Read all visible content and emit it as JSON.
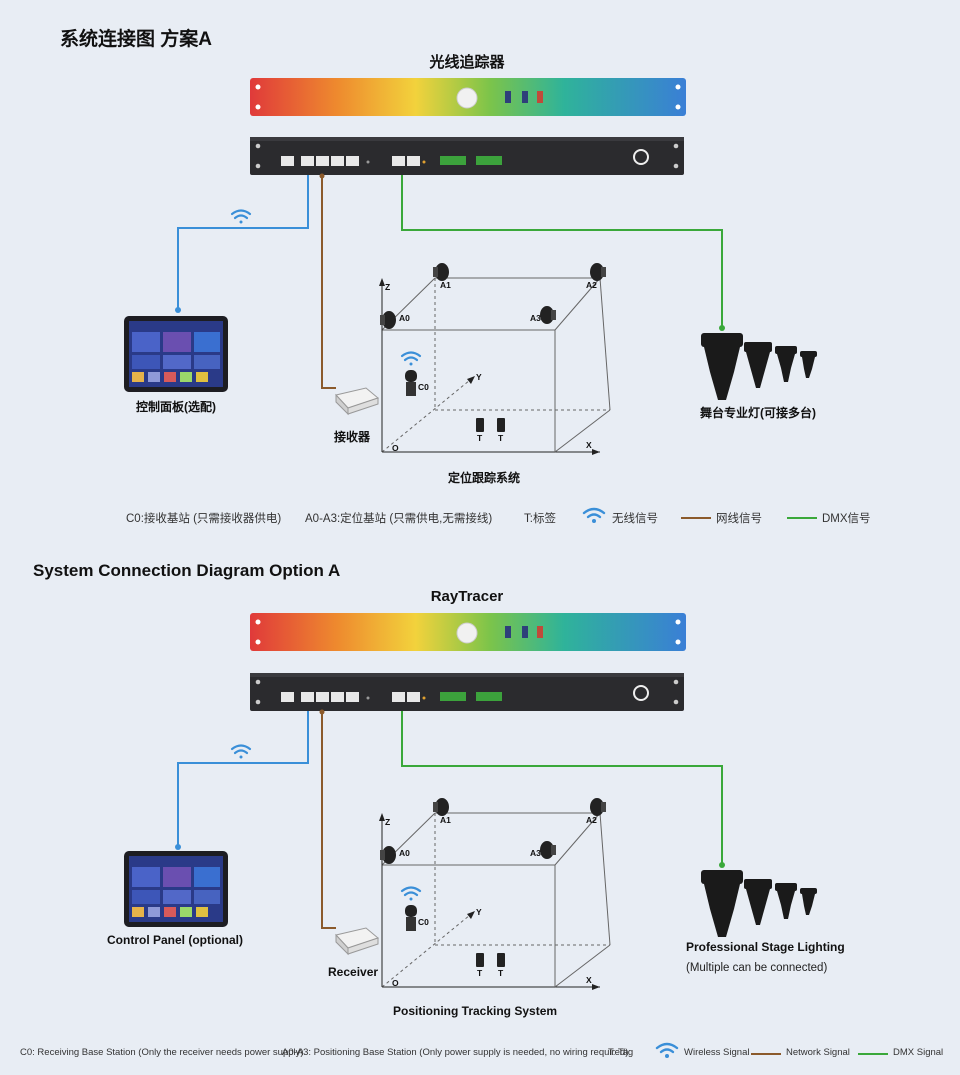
{
  "section_cn": {
    "title": "系统连接图  方案A",
    "device_title": "光线追踪器",
    "control_panel": "控制面板(选配)",
    "receiver": "接收器",
    "system_label": "定位跟踪系统",
    "lights_label": "舞台专业灯(可接多台)",
    "legend": {
      "c0": "C0:接收基站 (只需接收器供电)",
      "a0a3": "A0-A3:定位基站 (只需供电,无需接线)",
      "tag": "T:标签",
      "wireless": "无线信号",
      "network": "网线信号",
      "dmx": "DMX信号"
    }
  },
  "section_en": {
    "title": "System Connection Diagram    Option A",
    "device_title": "RayTracer",
    "control_panel": "Control Panel (optional)",
    "receiver": "Receiver",
    "system_label": "Positioning Tracking System",
    "lights_label": "Professional Stage Lighting",
    "lights_sub": "(Multiple can be connected)",
    "legend": {
      "c0": "C0: Receiving Base Station (Only the receiver needs power supply)",
      "a0a3": "A0-A3: Positioning Base Station (Only power supply is needed, no wiring required)",
      "tag": "T: Tag",
      "wireless": "Wireless Signal",
      "network": "Network Signal",
      "dmx": "DMX Signal"
    }
  },
  "axes": {
    "z": "Z",
    "y": "Y",
    "x": "X",
    "o": "O"
  },
  "stations": {
    "a0": "A0",
    "a1": "A1",
    "a2": "A2",
    "a3": "A3",
    "c0": "C0",
    "t": "T"
  },
  "colors": {
    "wireless": "#3a8fd8",
    "network": "#8b5a2b",
    "dmx": "#3aa83a",
    "background": "#e8edf4",
    "rack": "#2b2b2e"
  }
}
